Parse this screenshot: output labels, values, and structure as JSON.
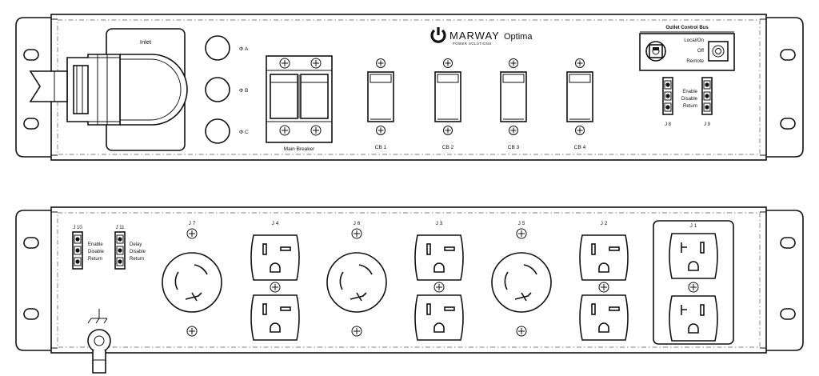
{
  "front_panel": {
    "inlet_label": "Inlet",
    "phase_labels": [
      "Φ A",
      "Φ B",
      "Φ C"
    ],
    "main_breaker_label": "Main Breaker",
    "breakers": [
      "CB 1",
      "CB 2",
      "CB 3",
      "CB 4"
    ],
    "brand": {
      "name": "MARWAY",
      "sub": "POWER SOLUTIONS",
      "product": "Optima"
    },
    "outlet_control_bus": {
      "title": "Outlet Control Bus",
      "modes": [
        "Local/On",
        "Off",
        "Remote"
      ]
    },
    "control_connectors": [
      {
        "id": "J 8",
        "pins": [
          "Enable",
          "Disable",
          "Return"
        ]
      },
      {
        "id": "J 9",
        "pins": []
      }
    ]
  },
  "rear_panel": {
    "control_connectors": [
      {
        "id": "J 10",
        "pins": [
          "Enable",
          "Disable",
          "Return"
        ]
      },
      {
        "id": "J 11",
        "pins": [
          "Delay",
          "Disable",
          "Return"
        ]
      }
    ],
    "outlets": [
      {
        "id": "J 7",
        "type": "twist-lock"
      },
      {
        "id": "J 4",
        "type": "duplex"
      },
      {
        "id": "J 6",
        "type": "twist-lock"
      },
      {
        "id": "J 3",
        "type": "duplex"
      },
      {
        "id": "J 5",
        "type": "twist-lock"
      },
      {
        "id": "J 2",
        "type": "duplex"
      },
      {
        "id": "J 1",
        "type": "duplex-20a"
      }
    ]
  }
}
